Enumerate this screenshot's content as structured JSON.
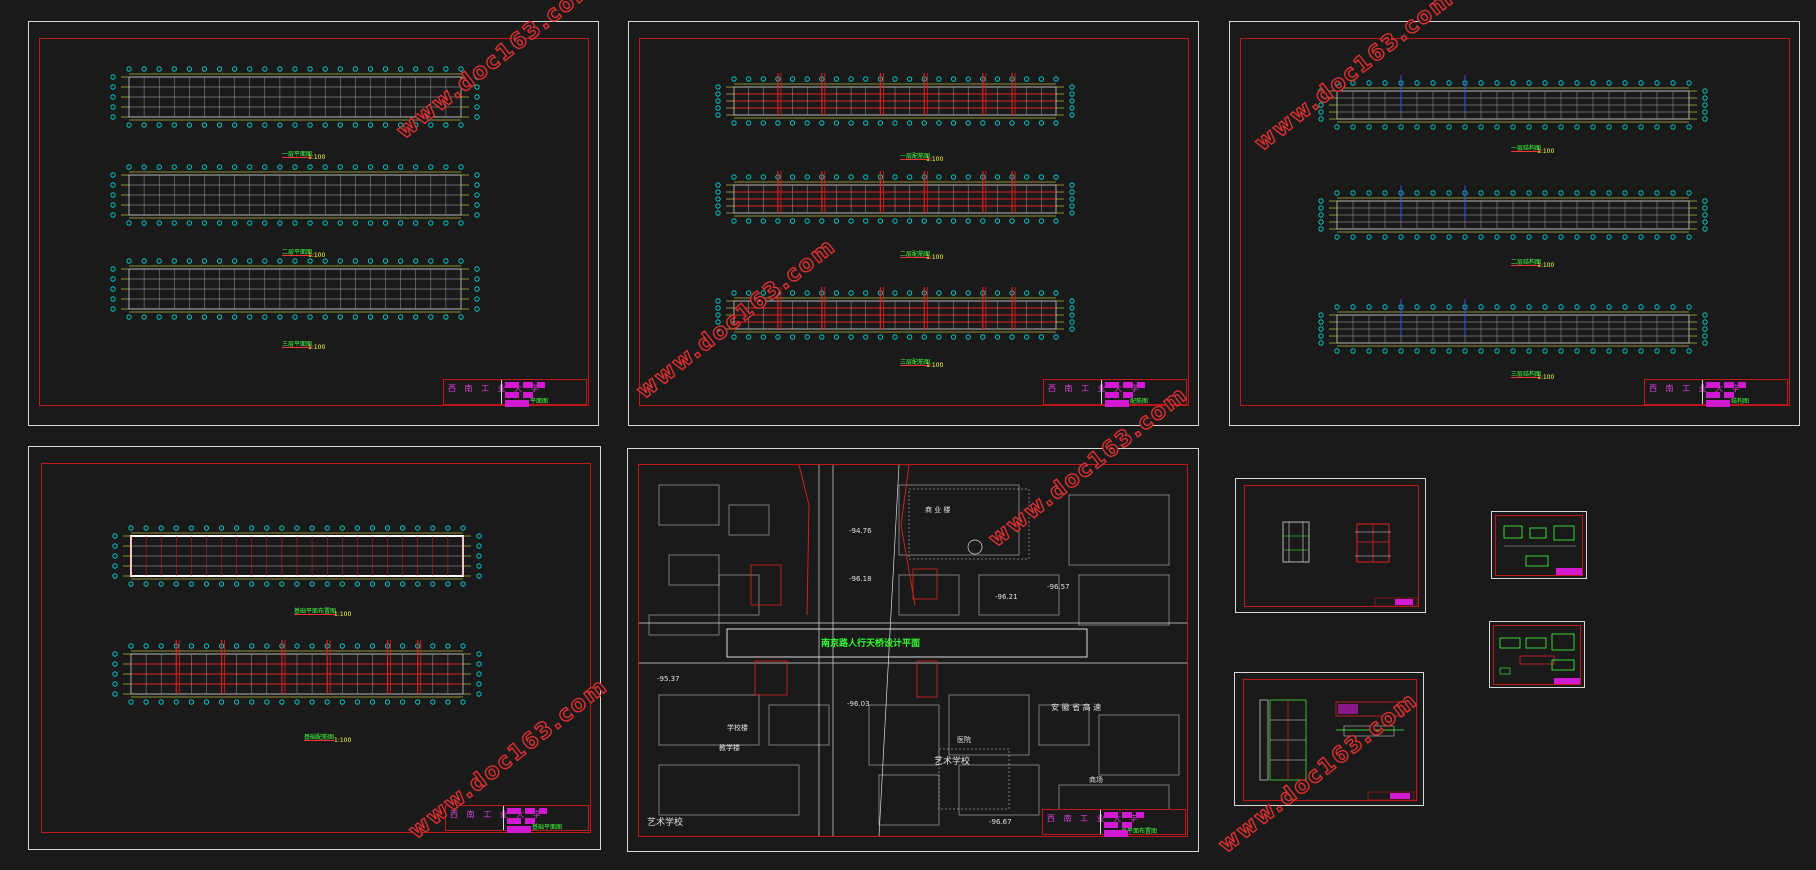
{
  "watermark": "www.doc163.com",
  "titleblock": {
    "school": "西 南 工 业 大 学"
  },
  "sheets": {
    "s1": {
      "captions": [
        "一层平面图",
        "二层平面图",
        "三层平面图"
      ],
      "scale": "1:100",
      "tb_label": "平面图"
    },
    "s2": {
      "captions": [
        "一层配筋图",
        "二层配筋图",
        "三层配筋图"
      ],
      "scale": "1:100",
      "tb_label": "配筋图"
    },
    "s3": {
      "captions": [
        "一层结构图",
        "二层结构图",
        "三层结构图"
      ],
      "scale": "1:100",
      "tb_label": "结构图"
    },
    "s4": {
      "captions": [
        "基础平面布置图",
        "基础配筋图"
      ],
      "scale": "1:100",
      "tb_label": "基础平面图"
    },
    "s5": {
      "tb_label": "总平面布置图"
    }
  },
  "map": {
    "road_label": "南京路人行天桥设计平面",
    "labels": [
      "艺术学校",
      "艺术学校",
      "商 业 楼",
      "-94.76",
      "-96.18",
      "-96.03",
      "-96.67",
      "学校楼",
      "教学楼",
      "医院",
      "商场",
      "-95.37",
      "-96.21",
      "-96.57",
      "安 徽 省 高 速"
    ]
  },
  "colors": {
    "background": "#1a1a1a",
    "frame": "#d8d8d8",
    "border": "#c01818",
    "grid": "#8ce",
    "axis_bubble": "#00e5e5",
    "dimension": "#ffff40",
    "label": "#40ff40",
    "accent": "#d21ad2",
    "rebar": "#e02020"
  }
}
